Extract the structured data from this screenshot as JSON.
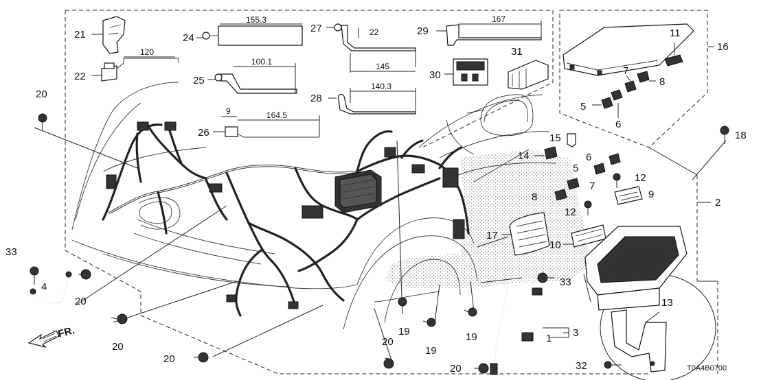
{
  "diagram": {
    "code": "T0A4B0700",
    "direction_label": "FR.",
    "callouts": {
      "c1": "1",
      "c2": "2",
      "c3": "3",
      "c4": "4",
      "c5a": "5",
      "c5b": "5",
      "c6a": "6",
      "c6b": "6",
      "c7a": "7",
      "c7b": "7",
      "c8a": "8",
      "c8b": "8",
      "c9": "9",
      "c10": "10",
      "c11": "11",
      "c12a": "12",
      "c12b": "12",
      "c13": "13",
      "c14": "14",
      "c15": "15",
      "c16": "16",
      "c17": "17",
      "c18": "18",
      "c19a": "19",
      "c19b": "19",
      "c19c": "19",
      "c20a": "20",
      "c20b": "20",
      "c20c": "20",
      "c20d": "20",
      "c20e": "20",
      "c20f": "20",
      "c21": "21",
      "c22": "22",
      "c24": "24",
      "c25": "25",
      "c26": "26",
      "c27": "27",
      "c28": "28",
      "c29": "29",
      "c30": "30",
      "c31": "31",
      "c32": "32",
      "c33a": "33",
      "c33b": "33"
    },
    "dimensions": {
      "d120": "120",
      "d155": "155.3",
      "d100": "100.1",
      "d9": "9",
      "d164": "164.5",
      "d22": "22",
      "d145": "145",
      "d140": "140.3",
      "d167": "167"
    }
  }
}
